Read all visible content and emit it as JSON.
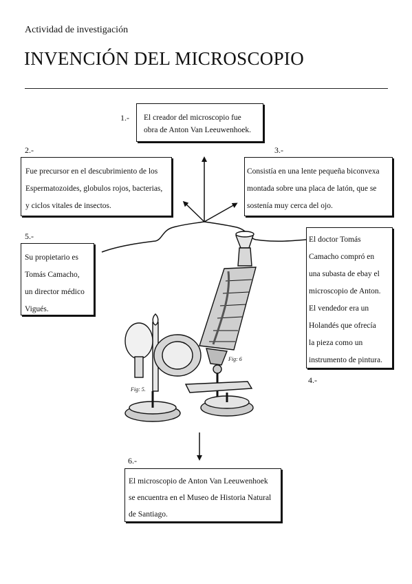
{
  "header": {
    "subtitle": "Actividad de investigación",
    "title": "INVENCIÓN DEL MICROSCOPIO"
  },
  "sections": [
    {
      "id": "1",
      "number": "1.-",
      "lines": [
        "El creador del microscopio fue",
        "obra de Anton Van Leeuwenhoek."
      ]
    },
    {
      "id": "2",
      "number": "2.-",
      "lines": [
        "Fue precursor en el descubrimiento de los",
        "Espermatozoides, globulos rojos, bacterias,",
        "y ciclos vitales de insectos."
      ]
    },
    {
      "id": "3",
      "number": "3.-",
      "lines": [
        "Consistía en una lente pequeña biconvexa",
        "montada sobre una placa de latón, que se",
        "sostenía muy cerca del ojo."
      ]
    },
    {
      "id": "4",
      "number": "4.-",
      "lines": [
        "El doctor Tomás",
        "Camacho compró en",
        "una subasta de ebay el",
        "microscopio de Anton.",
        "El vendedor era un",
        "Holandés que ofrecía",
        "la pieza como un",
        "instrumento de pintura."
      ]
    },
    {
      "id": "5",
      "number": "5.-",
      "lines": [
        "Su propietario es",
        "Tomás Camacho,",
        "un director médico",
        "Vigués."
      ]
    },
    {
      "id": "6",
      "number": "6.-",
      "lines": [
        "El microscopio de Anton Van Leeuwenhoek",
        "se encuentra en el Museo de Historia Natural",
        "de Santiago."
      ]
    }
  ],
  "illustration": {
    "figure_labels": [
      "Fig: 5.",
      "Fig: 6"
    ]
  }
}
